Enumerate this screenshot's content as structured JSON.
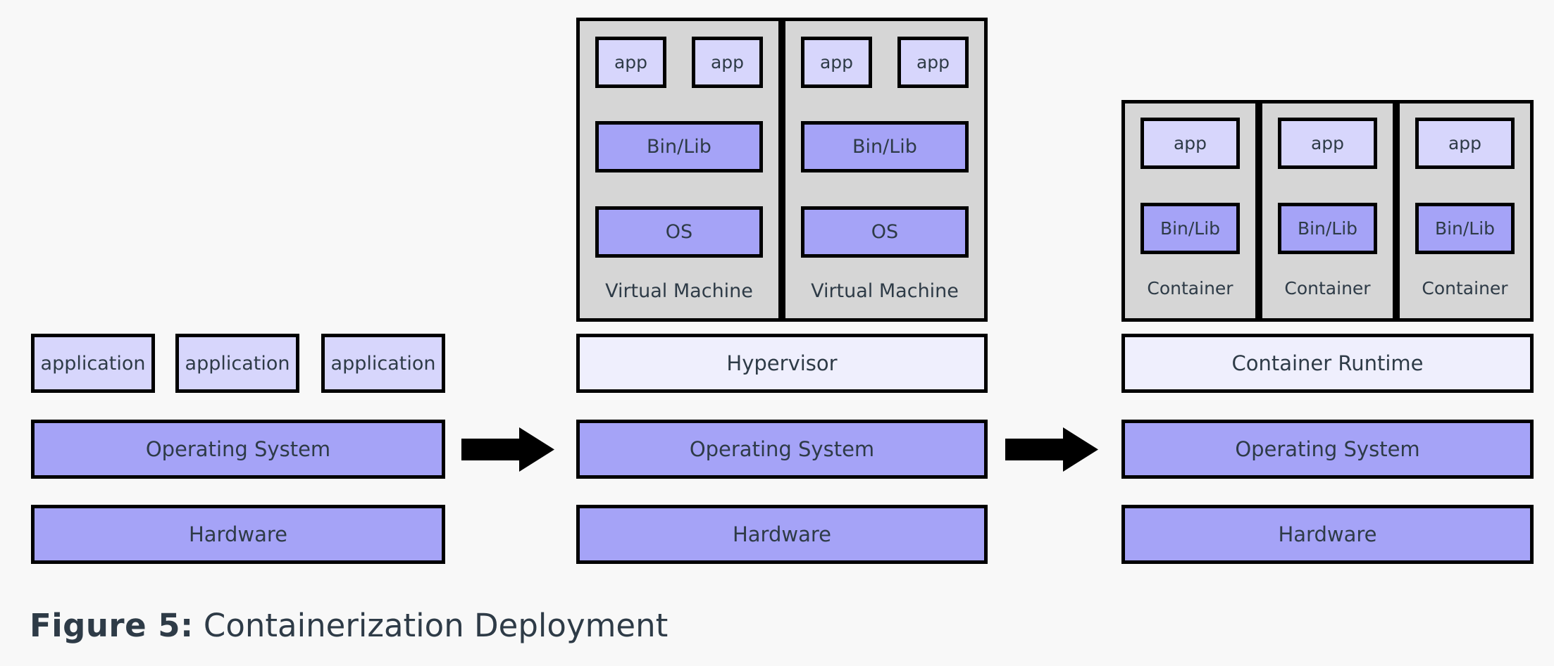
{
  "figure": {
    "caption_label": "Figure 5:",
    "caption_text": "Containerization Deployment"
  },
  "colors": {
    "background": "#F8F8F8",
    "border": "#000000",
    "text": "#2E3B47",
    "fill_app_light": "#D7D6FC",
    "fill_purple": "#A5A3F7",
    "fill_palest": "#EFEFFD",
    "fill_group_gray": "#D6D6D6"
  },
  "columns": [
    {
      "id": "traditional-deployment",
      "apps": [
        {
          "label": "application"
        },
        {
          "label": "application"
        },
        {
          "label": "application"
        }
      ],
      "os": {
        "label": "Operating System"
      },
      "hardware": {
        "label": "Hardware"
      }
    },
    {
      "id": "virtualized-deployment",
      "groups": [
        {
          "label": "Virtual Machine",
          "apps": [
            {
              "label": "app"
            },
            {
              "label": "app"
            }
          ],
          "binlib": {
            "label": "Bin/Lib"
          },
          "os": {
            "label": "OS"
          }
        },
        {
          "label": "Virtual Machine",
          "apps": [
            {
              "label": "app"
            },
            {
              "label": "app"
            }
          ],
          "binlib": {
            "label": "Bin/Lib"
          },
          "os": {
            "label": "OS"
          }
        }
      ],
      "platform": {
        "label": "Hypervisor"
      },
      "os": {
        "label": "Operating System"
      },
      "hardware": {
        "label": "Hardware"
      }
    },
    {
      "id": "container-deployment",
      "groups": [
        {
          "label": "Container",
          "apps": [
            {
              "label": "app"
            }
          ],
          "binlib": {
            "label": "Bin/Lib"
          }
        },
        {
          "label": "Container",
          "apps": [
            {
              "label": "app"
            }
          ],
          "binlib": {
            "label": "Bin/Lib"
          }
        },
        {
          "label": "Container",
          "apps": [
            {
              "label": "app"
            }
          ],
          "binlib": {
            "label": "Bin/Lib"
          }
        }
      ],
      "platform": {
        "label": "Container Runtime"
      },
      "os": {
        "label": "Operating System"
      },
      "hardware": {
        "label": "Hardware"
      }
    }
  ],
  "arrows": [
    {
      "name": "arrow-traditional-to-virtualized",
      "direction": "right"
    },
    {
      "name": "arrow-virtualized-to-container",
      "direction": "right"
    }
  ]
}
